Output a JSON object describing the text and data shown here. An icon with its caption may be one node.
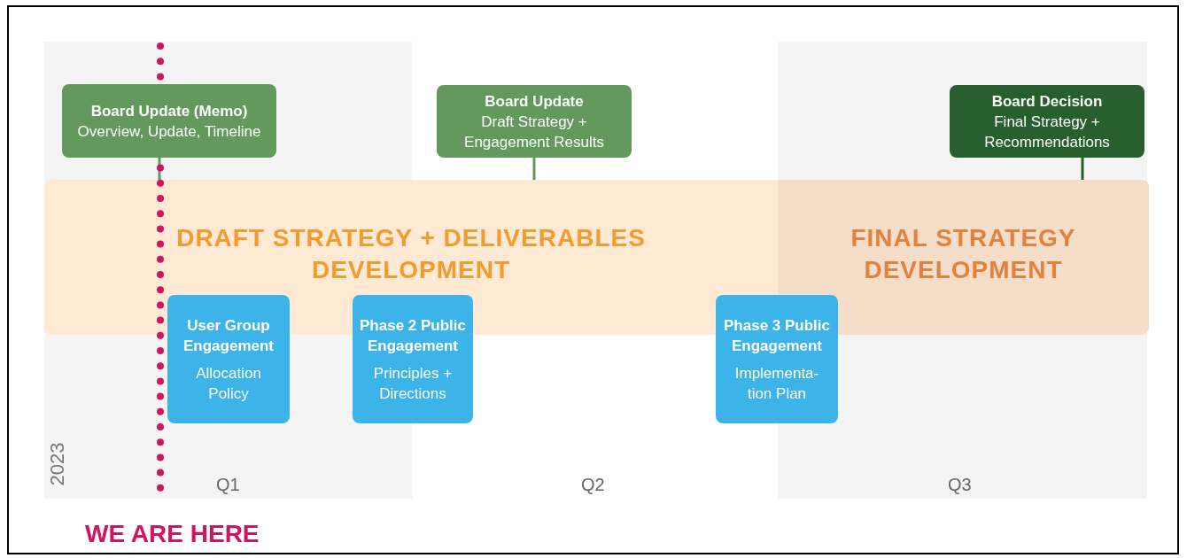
{
  "diagram": {
    "nodes": [
      {
        "text": [
          "Board Update (Memo)",
          "Overview, Update, Timeline"
        ]
      },
      {
        "text": [
          "Board Update",
          "Draft Strategy + Engagement Results"
        ]
      },
      {
        "text": [
          "Board Decision",
          "Final Strategy + Recommendations"
        ]
      },
      {
        "text": [
          "DRAFT STRATEGY + DELIVERABLES DEVELOPMENT"
        ]
      },
      {
        "text": [
          "FINAL STRATEGY DEVELOPMENT"
        ]
      },
      {
        "text": [
          "User Group Engagement",
          "Allocation Policy"
        ]
      },
      {
        "text": [
          "Phase 2 Public Engagement",
          "Principles + Directions"
        ]
      },
      {
        "text": [
          "Phase 3 Public Engagement",
          "Implementa- tion Plan"
        ]
      }
    ],
    "edges": [
      {
        "from": 0,
        "to": 3,
        "arrow": "none"
      },
      {
        "from": 1,
        "to": 3,
        "arrow": "none"
      },
      {
        "from": 2,
        "to": 4,
        "arrow": "none"
      }
    ],
    "labels": [
      "2023",
      "Q1",
      "Q2",
      "Q3",
      "WE ARE HERE"
    ]
  }
}
